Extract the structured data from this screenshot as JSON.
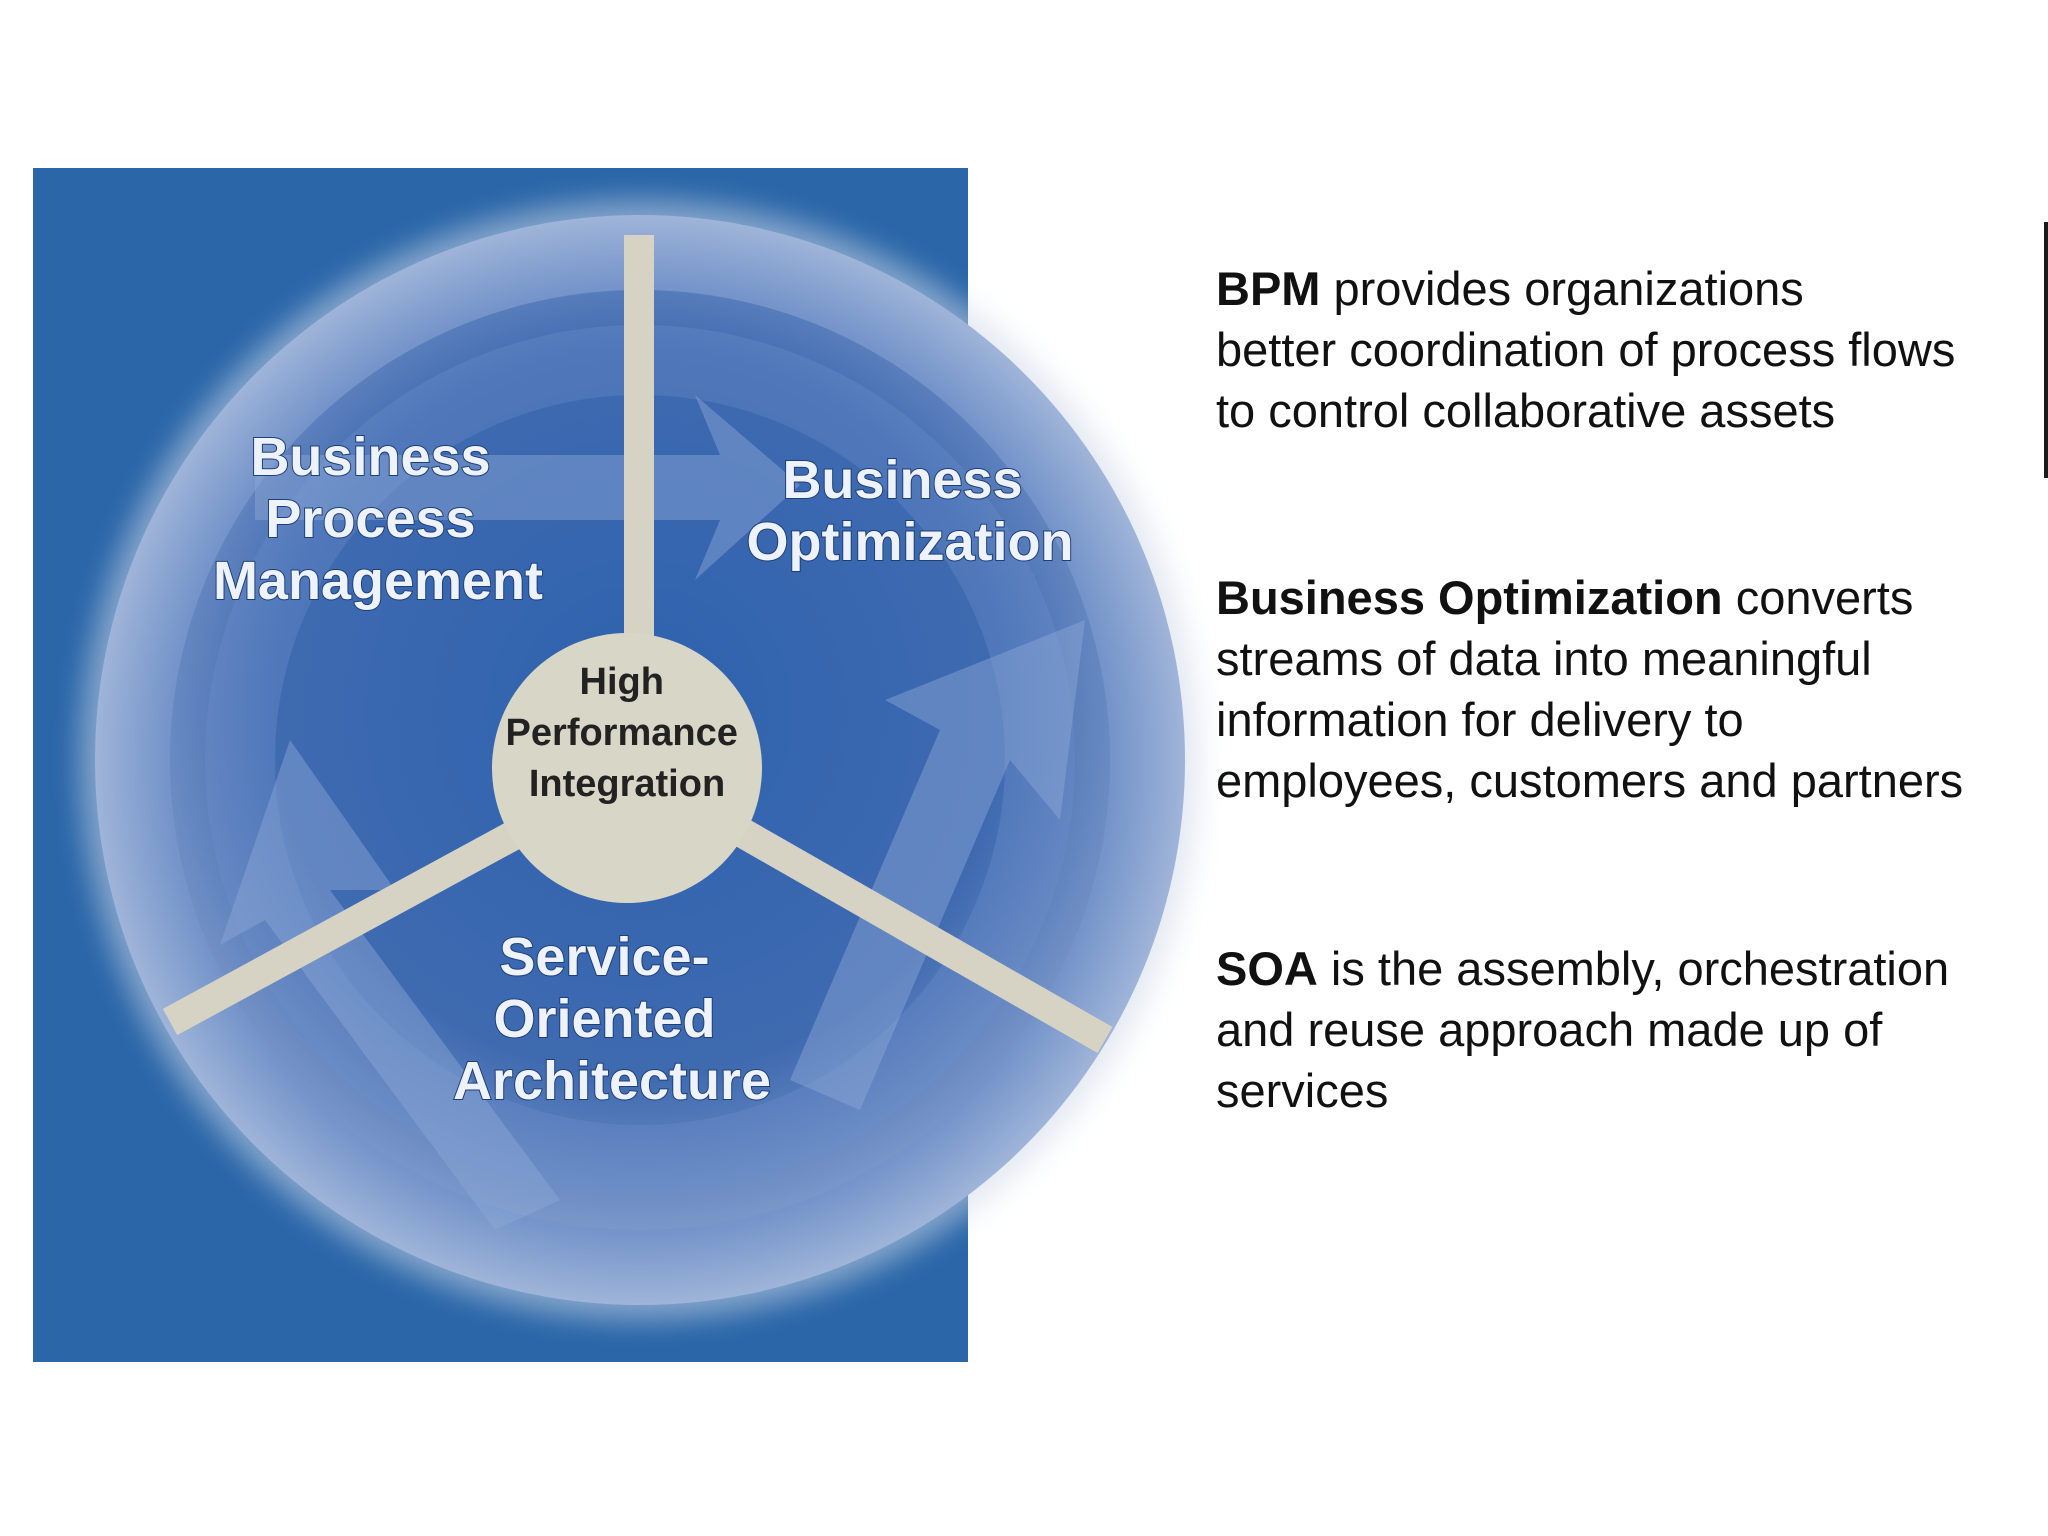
{
  "diagram": {
    "segments": [
      {
        "id": "bpm",
        "lines": [
          "Business",
          "Process",
          "Management"
        ]
      },
      {
        "id": "bo",
        "lines": [
          "Business",
          "Optimization"
        ]
      },
      {
        "id": "soa",
        "lines": [
          "Service-",
          "Oriented",
          "Architecture"
        ]
      }
    ],
    "hub": {
      "lines": [
        "High",
        "Performance",
        "Integration"
      ]
    }
  },
  "descriptions": [
    {
      "id": "bpm",
      "lead": "BPM",
      "rest": " provides organizations",
      "more": [
        "better coordination of process flows",
        "to control collaborative assets"
      ]
    },
    {
      "id": "bo",
      "lead": "Business Optimization",
      "rest": " converts",
      "more": [
        "streams of data into meaningful",
        "information for delivery to",
        "employees, customers and partners"
      ]
    },
    {
      "id": "soa",
      "lead": "SOA",
      "rest": " is the assembly, orchestration",
      "more": [
        "and reuse approach made up of",
        "services"
      ]
    }
  ],
  "colors": {
    "panel": "#2a66a8",
    "wheel_outer": "#4a72b4",
    "wheel_inner": "#1f56a0",
    "spoke": "#d6d3c4",
    "hub": "#d8d6c6",
    "label": "#eef2fb",
    "text": "#111111"
  }
}
